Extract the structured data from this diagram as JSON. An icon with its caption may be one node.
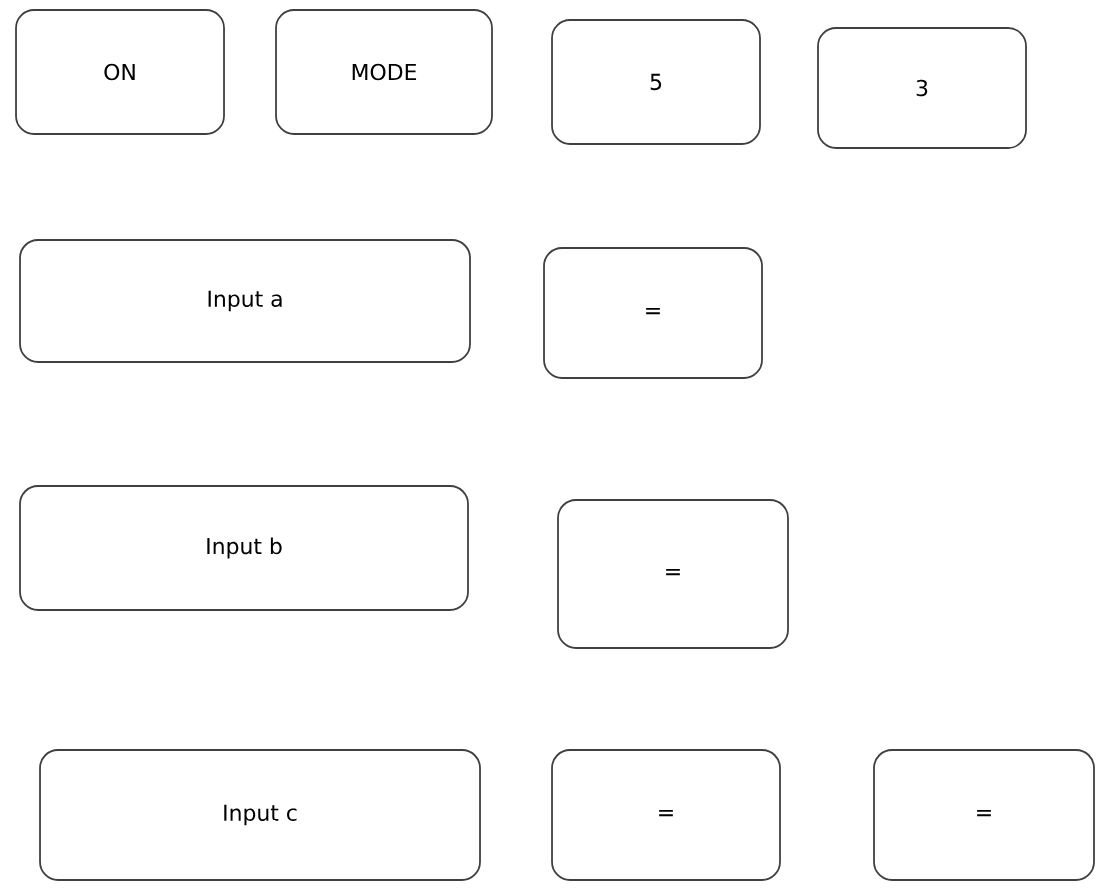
{
  "diagram": {
    "nodes": [
      {
        "text": [
          "ON"
        ]
      },
      {
        "text": [
          "MODE"
        ]
      },
      {
        "text": [
          "5"
        ]
      },
      {
        "text": [
          "3"
        ]
      },
      {
        "text": [
          "Input a"
        ]
      },
      {
        "text": [
          "="
        ]
      },
      {
        "text": [
          "Input b"
        ]
      },
      {
        "text": [
          "="
        ]
      },
      {
        "text": [
          "Input c"
        ]
      },
      {
        "text": [
          "="
        ]
      },
      {
        "text": [
          "="
        ]
      }
    ]
  }
}
